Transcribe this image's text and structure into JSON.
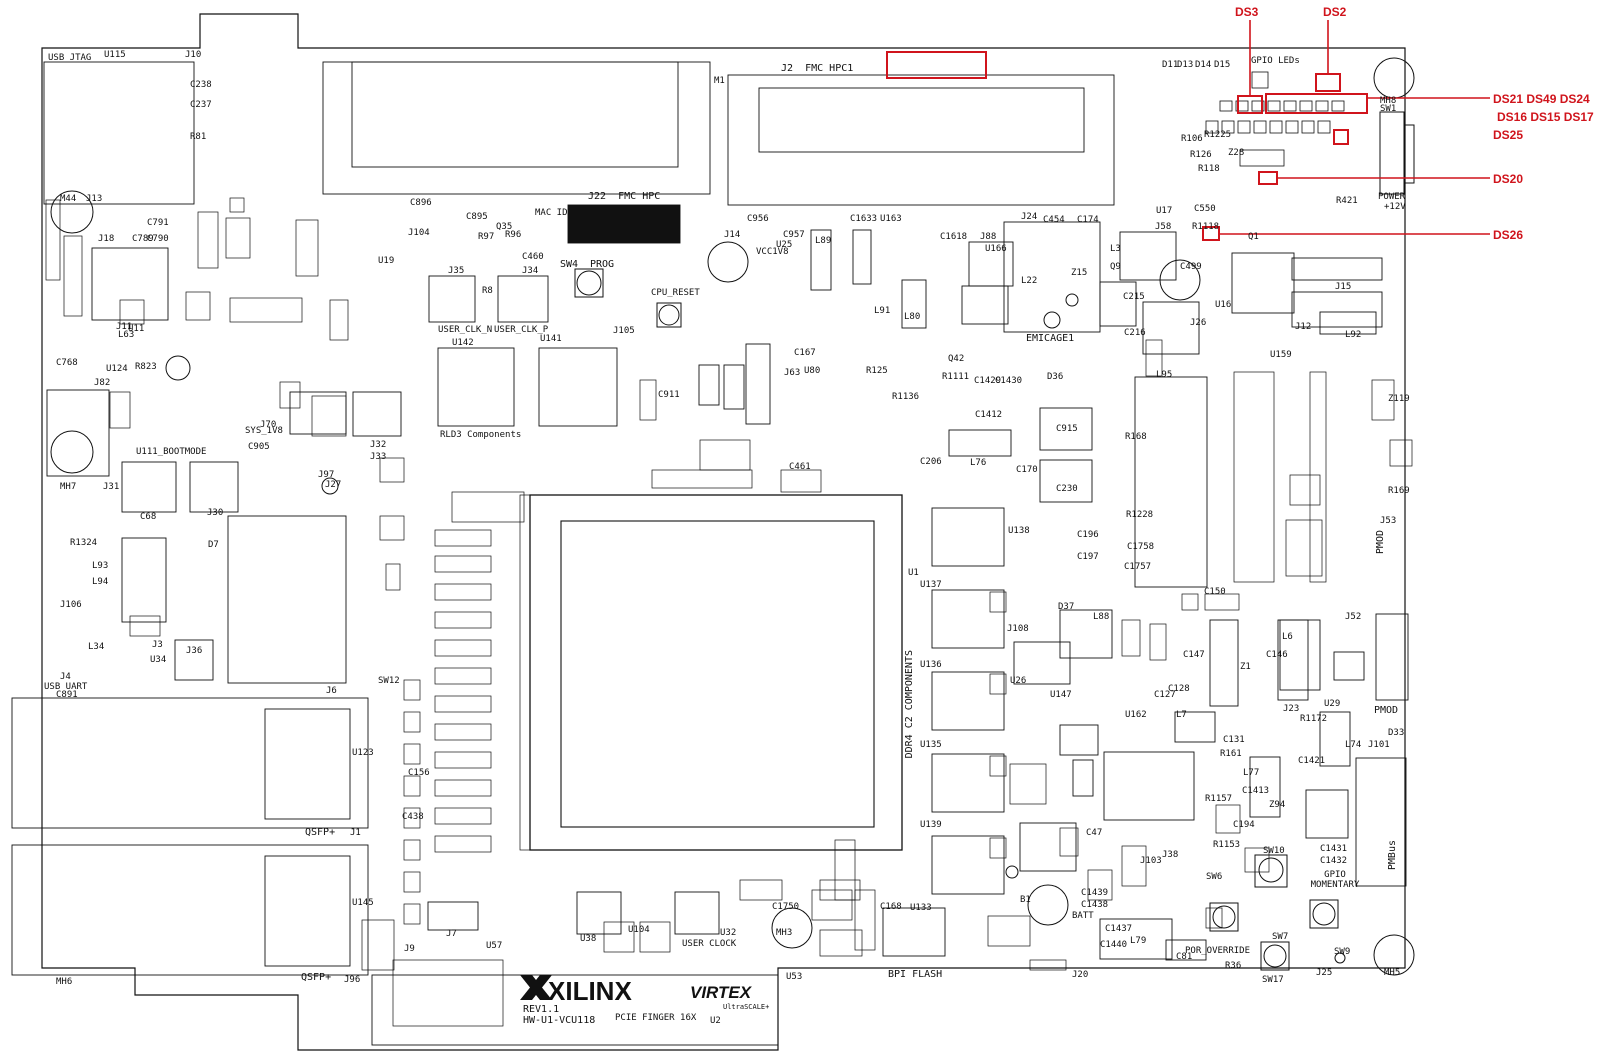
{
  "board": {
    "fmc_j2": "FMC HPC1",
    "fmc_j22": "FMC HPC",
    "j2_ref": "J2",
    "j22_ref": "J22",
    "mac_id": "MAC ID",
    "usb_jtag": "USB JTAG",
    "usb_uart": "USB UART",
    "qsfp1": "QSFP+",
    "qsfp2": "QSFP+",
    "ddr4_c2": "DDR4 C2 COMPONENTS",
    "rld3": "RLD3 Components",
    "bpi_flash": "BPI FLASH",
    "pcie_finger": "PCIE FINGER 16X",
    "rev": "REV1.1",
    "hw": "HW-U1-VCU118",
    "xilinx": "XILINX",
    "virtex": "VIRTEX",
    "ultrascale": "UltraSCALE+",
    "power": "POWER",
    "power_v": "+12V",
    "sw4": "SW4",
    "prog": "PROG",
    "cpu_reset": "CPU_RESET",
    "gpio_leds": "GPIO LEDs",
    "gpio_momentary": "GPIO MOMENTARY",
    "emicage": "EMICAGE1",
    "batt": "BATT",
    "pmod1": "PMOD",
    "pmod2": "PMOD",
    "pmbus": "PMBus",
    "user_clock": "USER CLOCK",
    "sys_1v8": "SYS_1V8",
    "bootmode": "U111_BOOTMODE",
    "por_override": "POR_OVERRIDE",
    "user_clk_n": "USER_CLK_N",
    "user_clk_p": "USER_CLK_P",
    "vcc1v8": "VCC1V8",
    "u2": "U2",
    "u1": "U1"
  },
  "callouts": [
    {
      "id": "ds3",
      "text": "DS3"
    },
    {
      "id": "ds2",
      "text": "DS2"
    },
    {
      "id": "ds21",
      "text": "DS21  DS49  DS24"
    },
    {
      "id": "ds16",
      "text": "DS16  DS15  DS17"
    },
    {
      "id": "ds25",
      "text": "DS25"
    },
    {
      "id": "ds20",
      "text": "DS20"
    },
    {
      "id": "ds26",
      "text": "DS26"
    }
  ],
  "designators": [
    "J10",
    "U115",
    "C238",
    "C237",
    "R81",
    "J13",
    "J18",
    "C791",
    "C790",
    "C789",
    "M44",
    "J11",
    "C768",
    "J82",
    "U124",
    "J31",
    "MH7",
    "R1324",
    "L93",
    "L94",
    "J106",
    "J4",
    "C891",
    "L34",
    "J3",
    "U34",
    "J36",
    "J6",
    "MH6",
    "U123",
    "J1",
    "U145",
    "J96",
    "J7",
    "U38",
    "U57",
    "J9",
    "SW12",
    "C438",
    "C156",
    "U142",
    "U141",
    "J105",
    "C911",
    "C460",
    "J34",
    "J35",
    "J104",
    "U19",
    "C896",
    "R8",
    "C895",
    "Q35",
    "R96",
    "R97",
    "C956",
    "J14",
    "C957",
    "L89",
    "U25",
    "C1633",
    "U163",
    "C1618",
    "J88",
    "U166",
    "J24",
    "C454",
    "C174",
    "L3",
    "J58",
    "Q9",
    "C499",
    "U16",
    "J15",
    "J12",
    "L92",
    "L22",
    "Z15",
    "C215",
    "C216",
    "J26",
    "C167",
    "J63",
    "U80",
    "L80",
    "L91",
    "Q42",
    "C1429",
    "C1430",
    "C1412",
    "D36",
    "C915",
    "C230",
    "R168",
    "L76",
    "C170",
    "C206",
    "C461",
    "U138",
    "C196",
    "C197",
    "R1228",
    "C1758",
    "C1757",
    "L95",
    "U159",
    "C150",
    "J53",
    "J52",
    "R169",
    "Z119",
    "C146",
    "L6",
    "J23",
    "U29",
    "R1172",
    "L74",
    "J101",
    "D33",
    "U137",
    "U136",
    "U135",
    "U139",
    "U133",
    "C168",
    "J20",
    "B1",
    "C1437",
    "C1440",
    "L79",
    "SW10",
    "SW6",
    "SW7",
    "SW17",
    "SW9",
    "J25",
    "MH5",
    "MH3",
    "U53",
    "U32",
    "C1750",
    "C1413",
    "L77",
    "R161",
    "C131",
    "J38",
    "Z94",
    "C1421",
    "C1431",
    "C1432",
    "U104",
    "R1153",
    "C194",
    "R36",
    "C81",
    "MH8",
    "SW1",
    "Q1",
    "D11",
    "D13",
    "D14",
    "D15",
    "M1",
    "R1111",
    "R125",
    "D37",
    "L88",
    "C147",
    "C127",
    "Z1",
    "C128",
    "U162",
    "J108",
    "U26",
    "U147",
    "R1157",
    "C1439",
    "C1438",
    "C47",
    "R1136",
    "L7",
    "J32",
    "J33",
    "J97",
    "J27",
    "J30",
    "C905",
    "C68",
    "J70",
    "D7",
    "L63",
    "R823",
    "Z28",
    "U11",
    "J103",
    "R106",
    "R1225",
    "R126",
    "R118",
    "C550",
    "U17",
    "R1118",
    "R421"
  ]
}
